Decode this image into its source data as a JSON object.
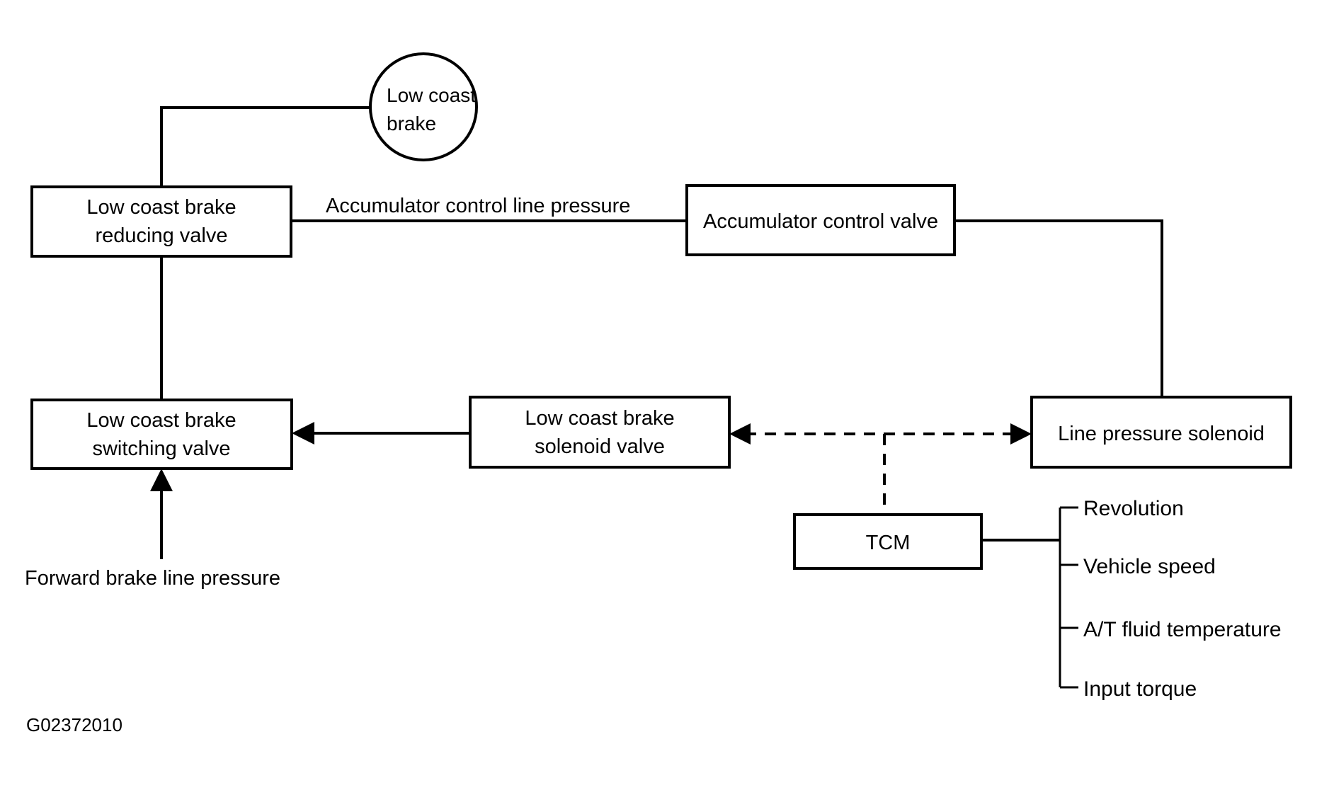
{
  "figure": {
    "id_label": "G02372010",
    "background_color": "#ffffff",
    "line_color": "#000000"
  },
  "nodes": {
    "low_coast_brake_circle": {
      "line1": "Low coast",
      "line2": "brake",
      "shape": "circle"
    },
    "reducing_valve": {
      "line1": "Low coast brake",
      "line2": "reducing valve",
      "shape": "rect"
    },
    "accumulator_control_valve": {
      "line1": "Accumulator control valve",
      "shape": "rect"
    },
    "switching_valve": {
      "line1": "Low coast brake",
      "line2": "switching valve",
      "shape": "rect"
    },
    "solenoid_valve": {
      "line1": "Low coast brake",
      "line2": "solenoid valve",
      "shape": "rect"
    },
    "line_pressure_solenoid": {
      "line1": "Line pressure solenoid",
      "shape": "rect"
    },
    "tcm": {
      "line1": "TCM",
      "shape": "rect"
    }
  },
  "edge_labels": {
    "accumulator_control_line_pressure": "Accumulator control line pressure",
    "forward_brake_line_pressure": "Forward brake line pressure"
  },
  "tcm_inputs": [
    {
      "label": "Revolution"
    },
    {
      "label": "Vehicle speed"
    },
    {
      "label": "A/T fluid temperature"
    },
    {
      "label": "Input torque"
    }
  ]
}
